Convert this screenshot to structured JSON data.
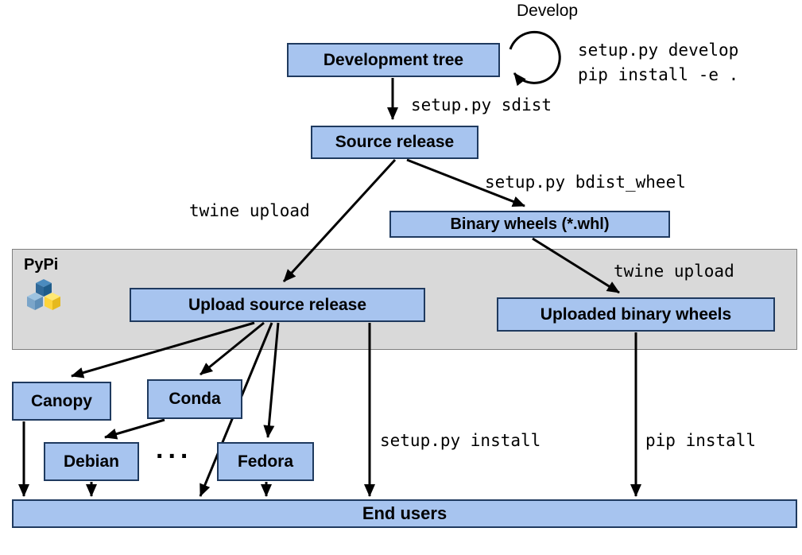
{
  "nodes": {
    "development_tree": {
      "label": "Development tree"
    },
    "source_release": {
      "label": "Source release"
    },
    "binary_wheels": {
      "label": "Binary wheels (*.whl)"
    },
    "upload_source_release": {
      "label": "Upload source release"
    },
    "uploaded_binary_wheels": {
      "label": "Uploaded binary wheels"
    },
    "canopy": {
      "label": "Canopy"
    },
    "conda": {
      "label": "Conda"
    },
    "debian": {
      "label": "Debian"
    },
    "fedora": {
      "label": "Fedora"
    },
    "end_users": {
      "label": "End users"
    },
    "ellipsis": "..."
  },
  "edge_labels": {
    "develop": "Develop",
    "develop_cmd_1": "setup.py develop",
    "develop_cmd_2": "pip install -e .",
    "sdist": "setup.py sdist",
    "bdist_wheel": "setup.py bdist_wheel",
    "twine_upload_source": "twine upload",
    "twine_upload_wheels": "twine upload",
    "setup_install": "setup.py install",
    "pip_install": "pip install"
  },
  "pypi": {
    "label": "PyPi"
  },
  "colors": {
    "node_fill": "#a7c4ef",
    "node_border": "#1f3a5f",
    "band_fill": "#d9d9d9",
    "arrow": "#000000",
    "pypi_blue": "#306998",
    "pypi_yellow": "#ffd43b"
  }
}
